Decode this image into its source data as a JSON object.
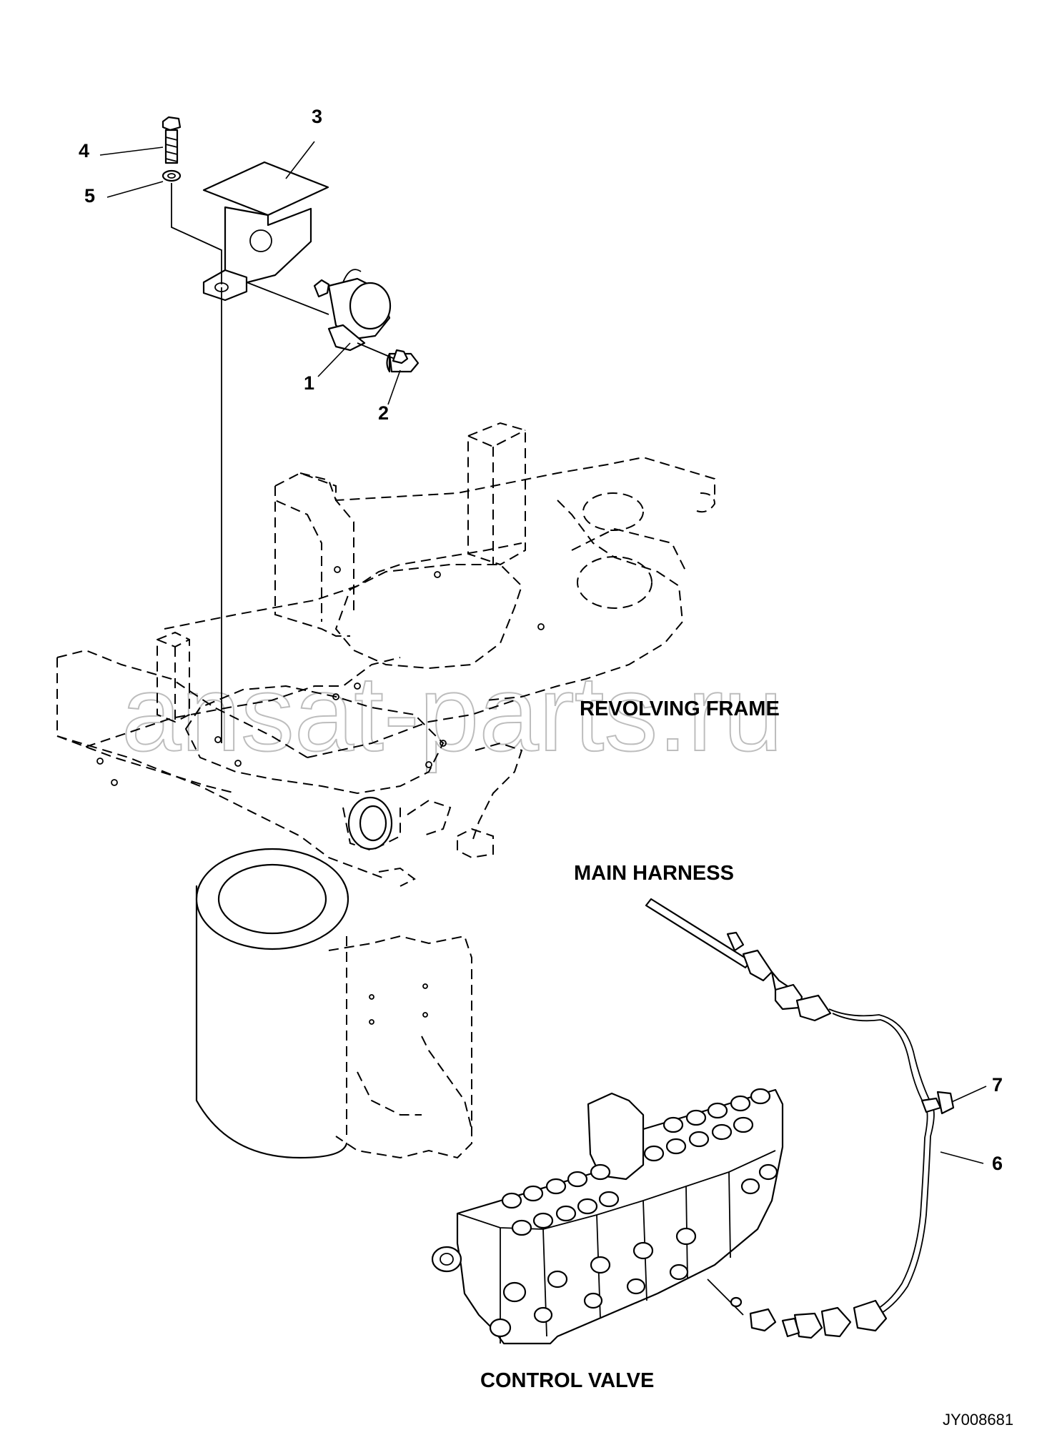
{
  "callouts": [
    "1",
    "2",
    "3",
    "4",
    "5",
    "6",
    "7"
  ],
  "labels": {
    "revolving_frame": "REVOLVING FRAME",
    "main_harness": "MAIN HARNESS",
    "control_valve": "CONTROL VALVE"
  },
  "document_id": "JY008681",
  "watermark": "ansat-parts.ru"
}
